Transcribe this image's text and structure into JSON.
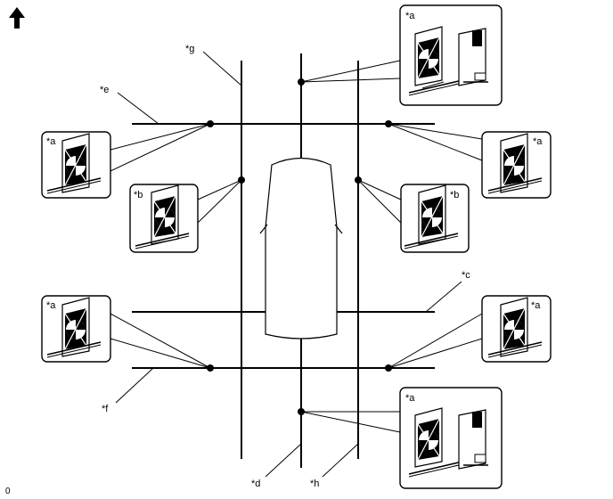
{
  "labels": {
    "a": "*a",
    "b": "*b",
    "c": "*c",
    "d": "*d",
    "e": "*e",
    "f": "*f",
    "g": "*g",
    "h": "*h"
  },
  "footnote": "0",
  "icons": {
    "direction": "up-arrow-icon",
    "target_board": "calibration-target-icon"
  },
  "colors": {
    "line": "#000000",
    "background": "#ffffff"
  }
}
